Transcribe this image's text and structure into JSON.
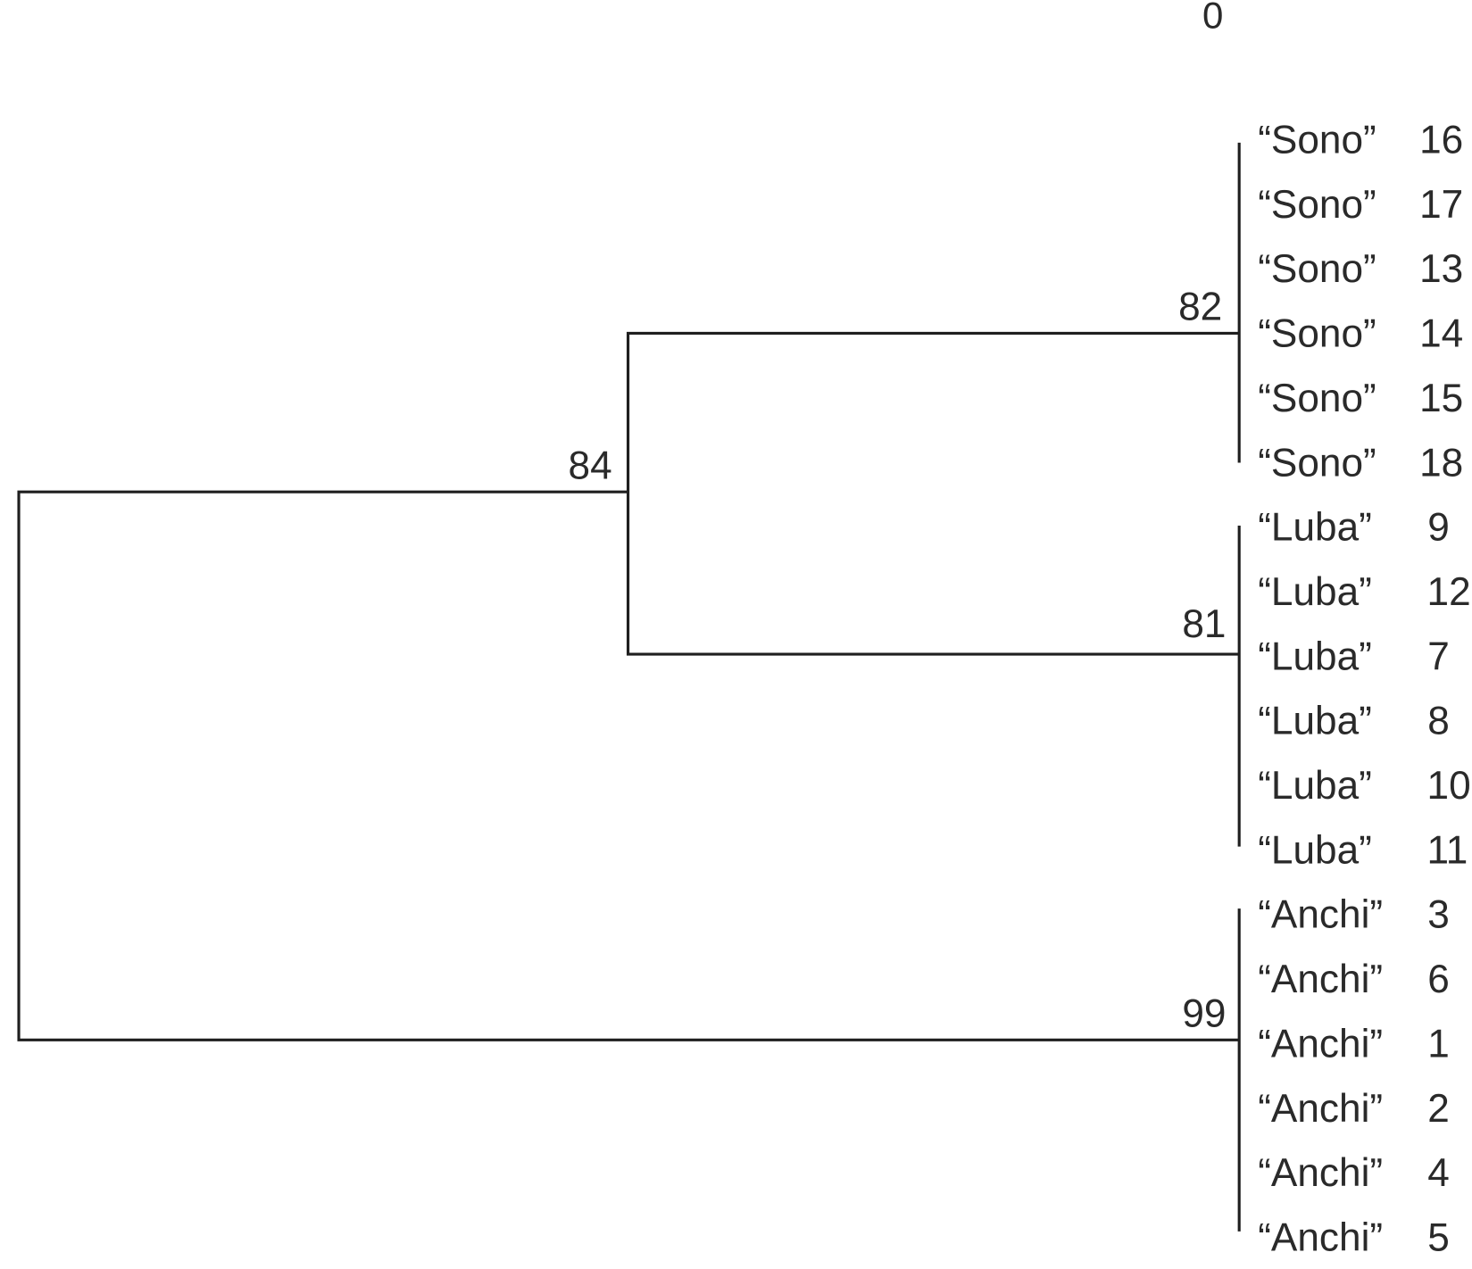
{
  "scale_label": "0",
  "clades": [
    {
      "name": "Sono",
      "support": "82",
      "leaves": [
        {
          "label": "“Sono”",
          "id": "16"
        },
        {
          "label": "“Sono”",
          "id": "17"
        },
        {
          "label": "“Sono”",
          "id": "13"
        },
        {
          "label": "“Sono”",
          "id": "14"
        },
        {
          "label": "“Sono”",
          "id": "15"
        },
        {
          "label": "“Sono”",
          "id": "18"
        }
      ]
    },
    {
      "name": "Luba",
      "support": "81",
      "leaves": [
        {
          "label": "“Luba”",
          "id": "9"
        },
        {
          "label": "“Luba”",
          "id": "12"
        },
        {
          "label": "“Luba”",
          "id": "7"
        },
        {
          "label": "“Luba”",
          "id": "8"
        },
        {
          "label": "“Luba”",
          "id": "10"
        },
        {
          "label": "“Luba”",
          "id": "11"
        }
      ]
    },
    {
      "name": "Anchi",
      "support": "99",
      "leaves": [
        {
          "label": "“Anchi”",
          "id": "3"
        },
        {
          "label": "“Anchi”",
          "id": "6"
        },
        {
          "label": "“Anchi”",
          "id": "1"
        },
        {
          "label": "“Anchi”",
          "id": "2"
        },
        {
          "label": "“Anchi”",
          "id": "4"
        },
        {
          "label": "“Anchi”",
          "id": "5"
        }
      ]
    }
  ],
  "internal_support": "84"
}
